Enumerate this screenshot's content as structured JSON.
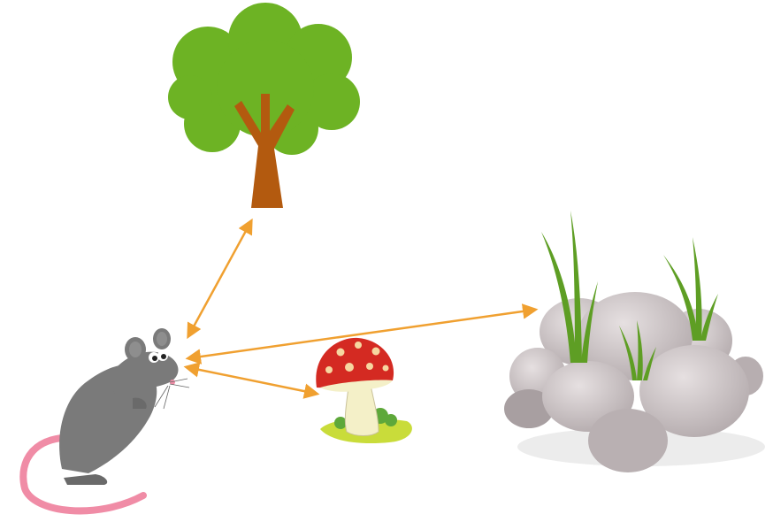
{
  "diagram": {
    "nodes": [
      {
        "id": "tree",
        "icon": "tree-icon"
      },
      {
        "id": "rocks",
        "icon": "rocks-with-grass-icon"
      },
      {
        "id": "mushroom",
        "icon": "mushroom-icon"
      },
      {
        "id": "rat",
        "icon": "rat-icon"
      }
    ],
    "edges": [
      {
        "from": "rat",
        "to": "tree",
        "directed": "both"
      },
      {
        "from": "rat",
        "to": "rocks",
        "directed": "both"
      },
      {
        "from": "rat",
        "to": "mushroom",
        "directed": "both"
      }
    ]
  },
  "colors": {
    "arrow": "#F0A030",
    "tree_foliage": "#6DB324",
    "tree_trunk": "#B35A0F",
    "rat_body": "#7A7A7A",
    "rat_tail": "#F08CA6",
    "mushroom_cap": "#D42A22",
    "mushroom_stem": "#F4F0C8",
    "rock": "#C9C2C4",
    "grass": "#5E9E24"
  }
}
